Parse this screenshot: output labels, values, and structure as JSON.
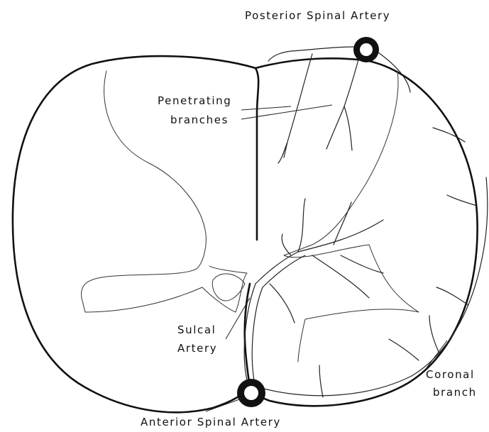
{
  "labels": {
    "posterior": "Posterior Spinal Artery",
    "penetrating_1": "Penetrating",
    "penetrating_2": "branches",
    "sulcal_1": "Sulcal",
    "sulcal_2": "Artery",
    "coronal_1": "Coronal",
    "coronal_2": "branch",
    "anterior": "Anterior Spinal Artery"
  },
  "colors": {
    "ink": "#111111",
    "paper": "#ffffff"
  }
}
